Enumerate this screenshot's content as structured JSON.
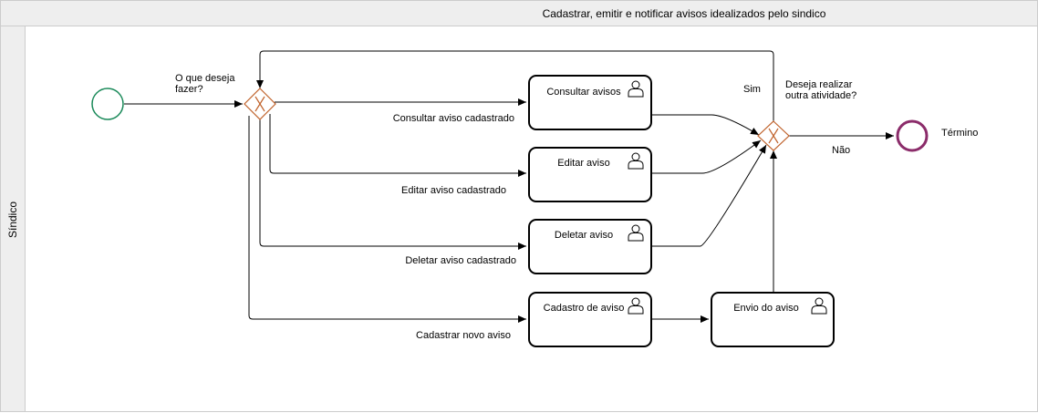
{
  "pool": {
    "title": "Cadastrar, emitir e notificar avisos idealizados pelo sindico",
    "lane_label": "Síndico"
  },
  "events": {
    "start": "",
    "end": "Término"
  },
  "gateways": {
    "choice": {
      "question": [
        "O que deseja",
        "fazer?"
      ]
    },
    "repeat": {
      "question": [
        "Deseja realizar",
        "outra atividade?"
      ]
    }
  },
  "tasks": {
    "consultar": "Consultar avisos",
    "editar": "Editar aviso",
    "deletar": "Deletar aviso",
    "cadastro": "Cadastro de aviso",
    "envio": "Envio do aviso"
  },
  "flows": {
    "consultar": "Consultar aviso cadastrado",
    "editar": "Editar aviso cadastrado",
    "deletar": "Deletar aviso cadastrado",
    "cadastrar": "Cadastrar novo aviso",
    "sim": "Sim",
    "nao": "Não"
  },
  "colors": {
    "start_event": "#1b8a5a",
    "end_event": "#8b2c6a",
    "gateway": "#c0622b",
    "pool_header": "#eeeeee",
    "border": "#cccccc"
  }
}
